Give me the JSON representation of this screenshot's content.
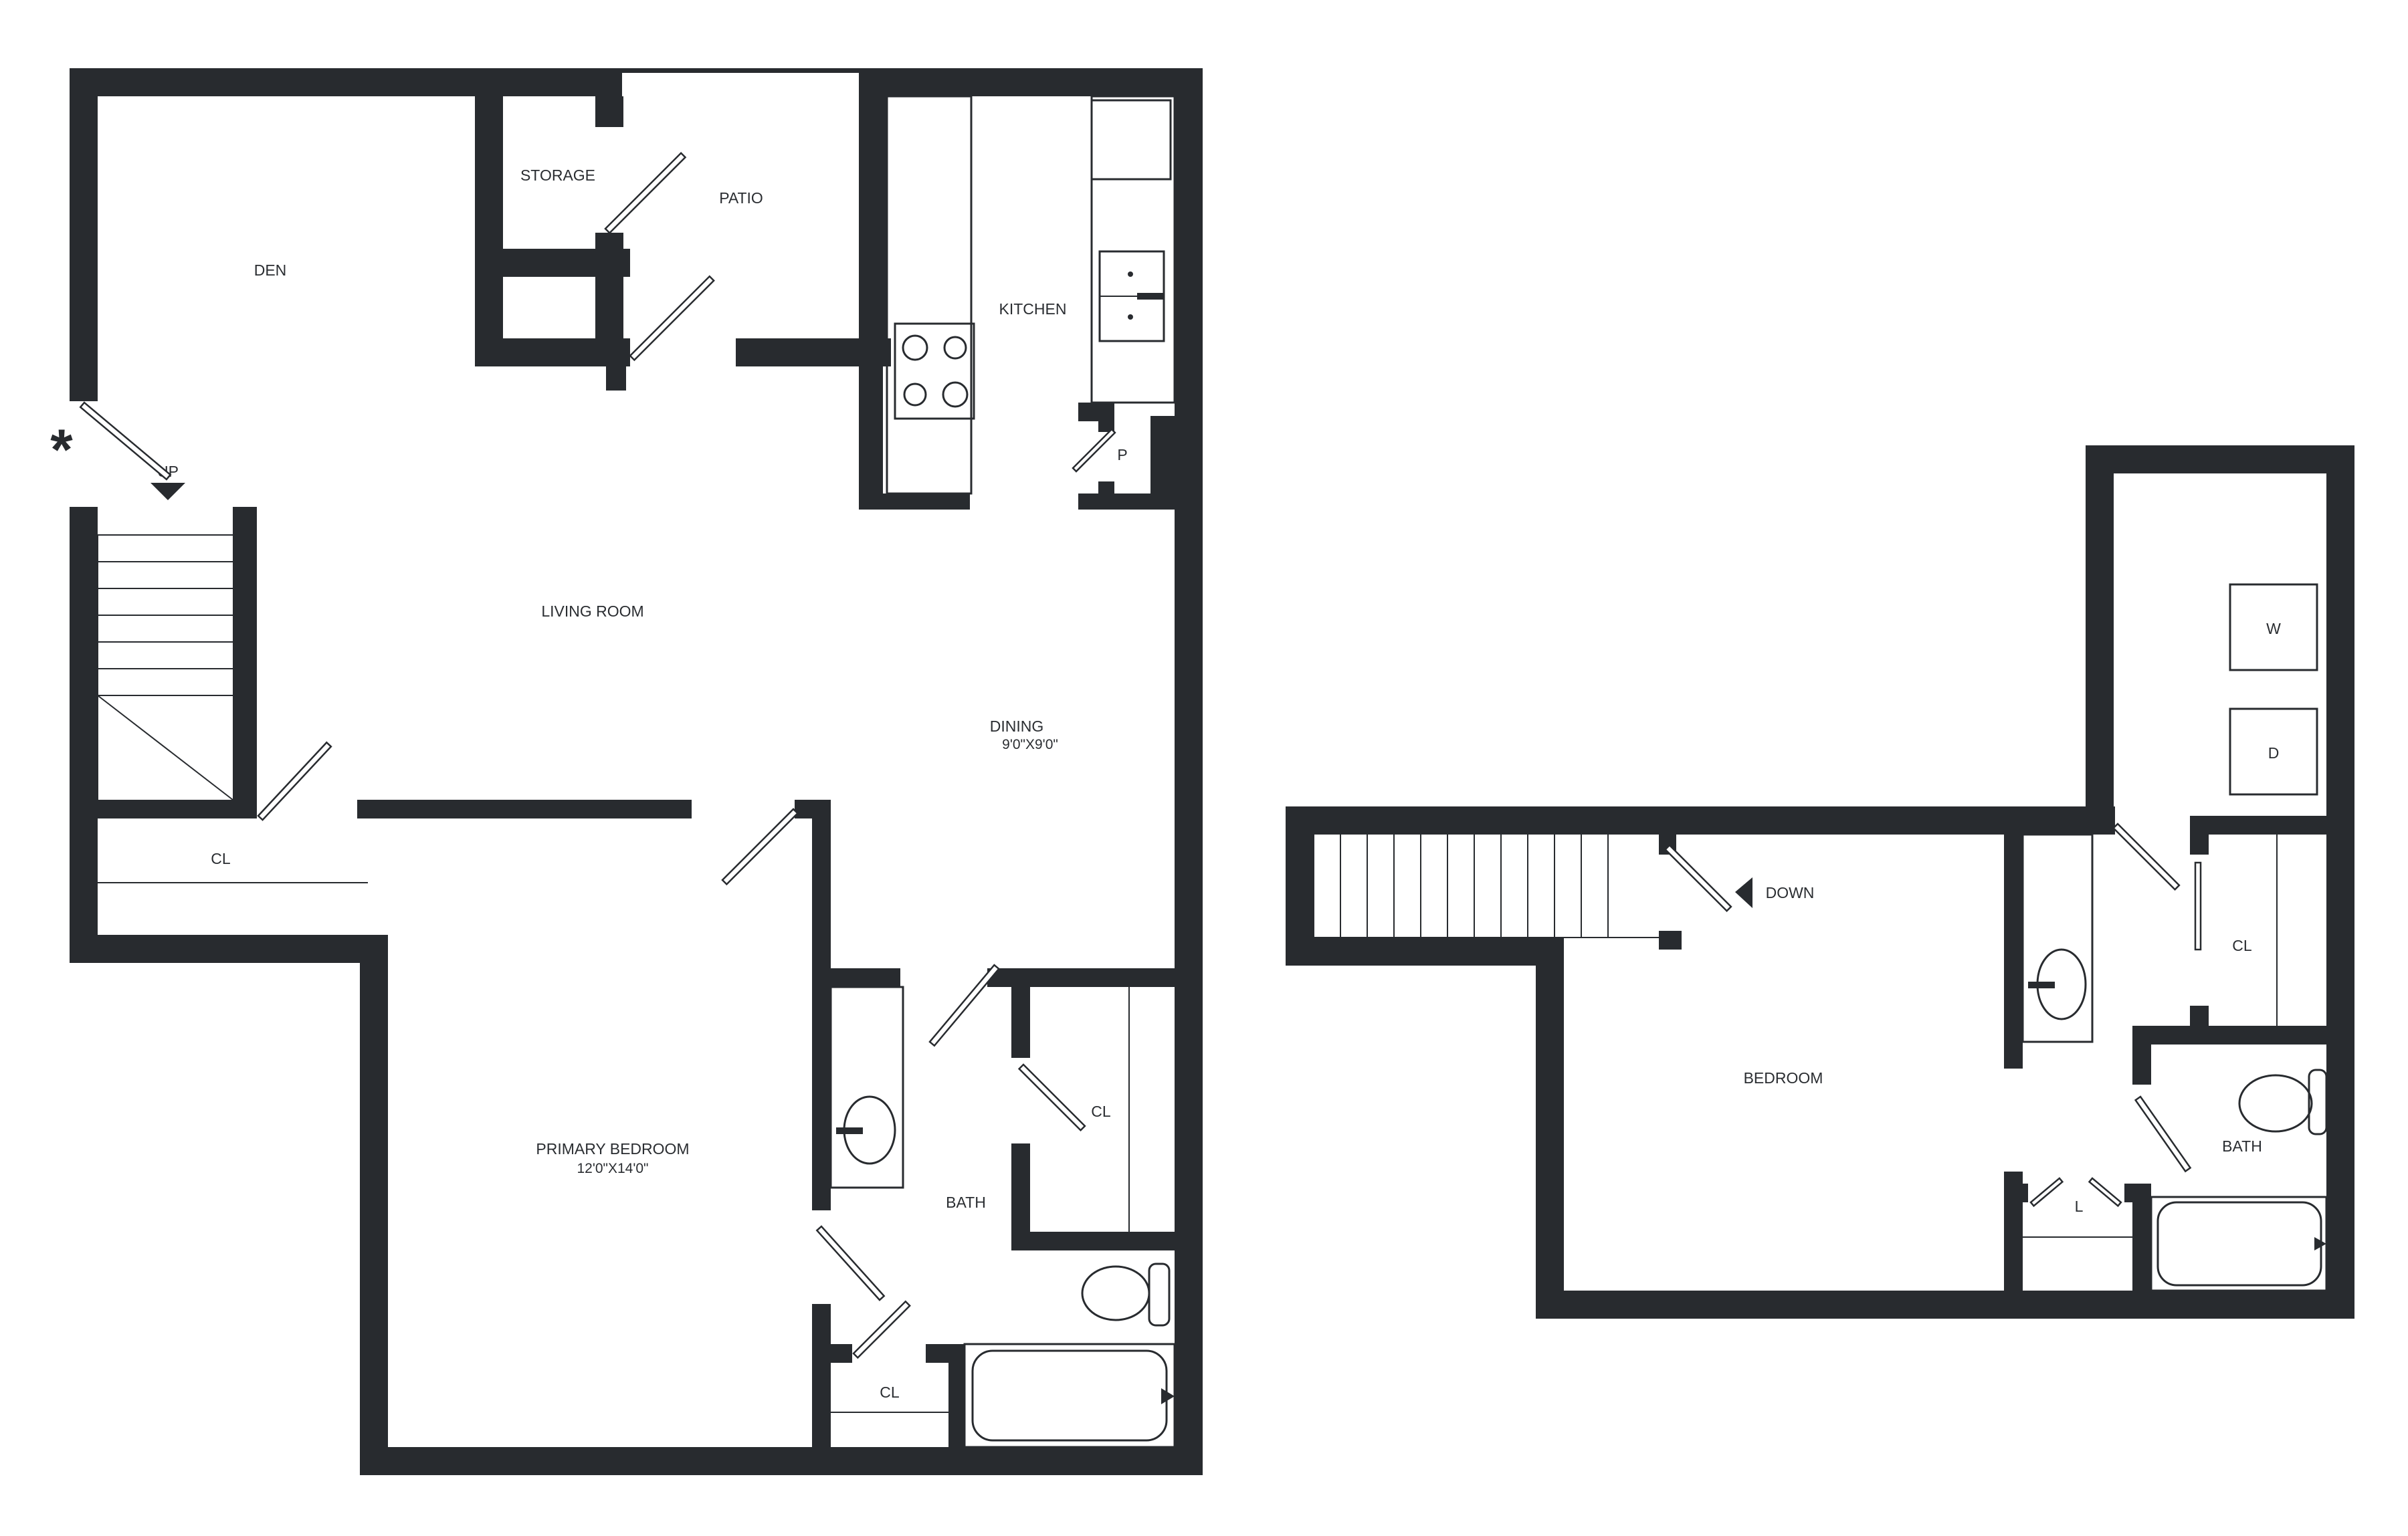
{
  "floor1": {
    "rooms": {
      "den": "DEN",
      "storage": "STORAGE",
      "patio": "PATIO",
      "kitchen": "KITCHEN",
      "pantry": "P",
      "living_room": "LIVING ROOM",
      "dining": "DINING",
      "dining_size": "9'0\"X9'0\"",
      "closet_stair": "CL",
      "primary_bedroom": "PRIMARY BEDROOM",
      "primary_bedroom_size": "12'0\"X14'0\"",
      "bath": "BATH",
      "closet_bath": "CL",
      "closet_hall": "CL"
    },
    "stair_label": "UP",
    "entry_marker": "*"
  },
  "floor2": {
    "rooms": {
      "bedroom": "BEDROOM",
      "bath": "BATH",
      "closet": "CL",
      "linen": "L",
      "washer": "W",
      "dryer": "D"
    },
    "stair_label": "DOWN"
  }
}
